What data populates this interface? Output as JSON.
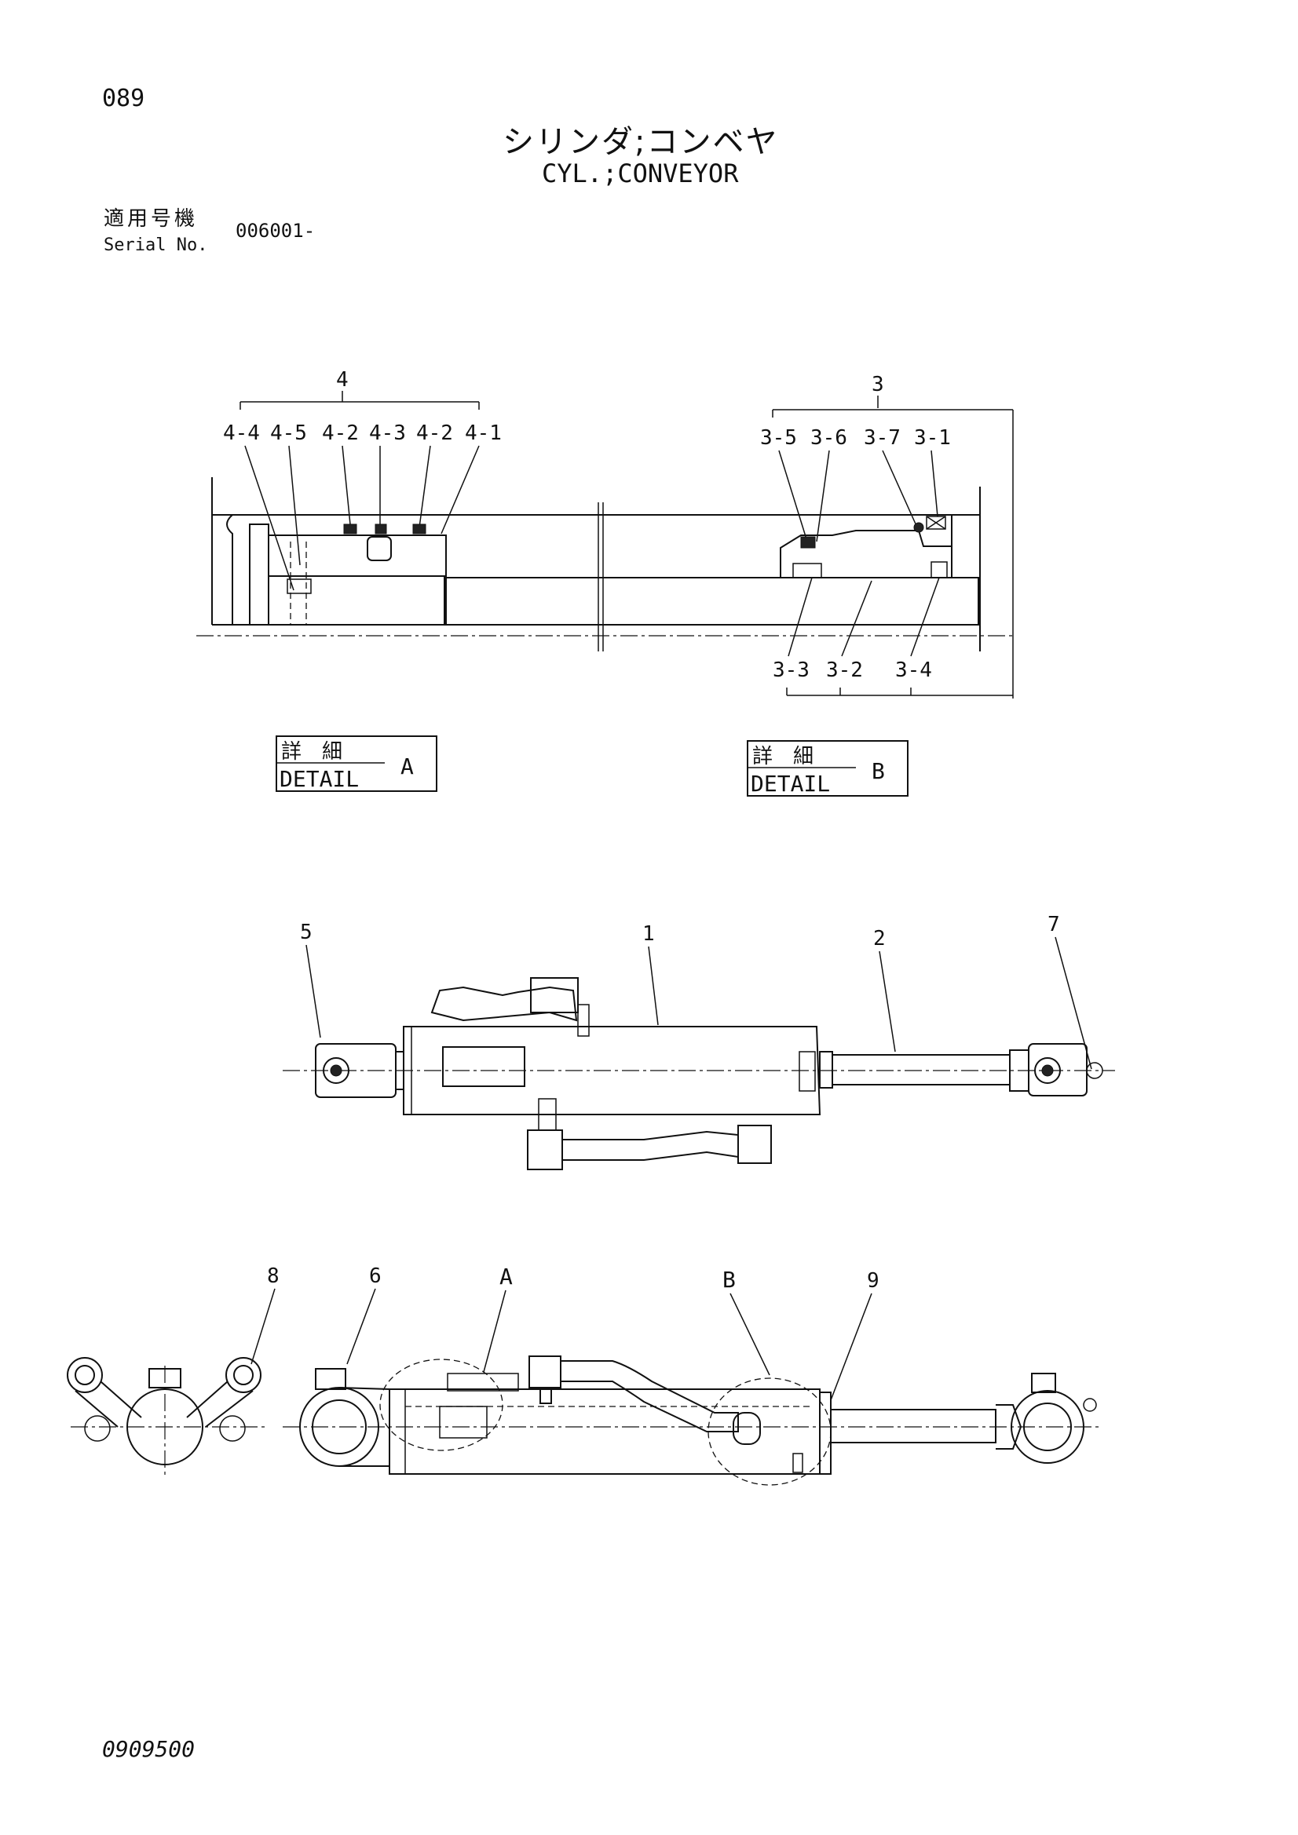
{
  "page": {
    "page_number": "089",
    "title_jp": "シリンダ;コンベヤ",
    "title_en": "CYL.;CONVEYOR",
    "serial_label_jp": "適用号機",
    "serial_label_en": "Serial No.",
    "serial_value": "006001-",
    "doc_code": "0909500"
  },
  "detail_a": {
    "group_label": "4",
    "parts": [
      "4-4",
      "4-5",
      "4-2",
      "4-3",
      "4-2",
      "4-1"
    ],
    "box": {
      "jp": "詳　細",
      "en": "DETAIL",
      "letter": "A"
    }
  },
  "detail_b": {
    "group_label": "3",
    "parts_top": [
      "3-5",
      "3-6",
      "3-7",
      "3-1"
    ],
    "parts_bottom": [
      "3-3",
      "3-2",
      "3-4"
    ],
    "box": {
      "jp": "詳　細",
      "en": "DETAIL",
      "letter": "B"
    }
  },
  "top_view": {
    "callouts": [
      "5",
      "1",
      "2",
      "7"
    ]
  },
  "side_view": {
    "callouts": [
      "8",
      "6",
      "A",
      "B",
      "9"
    ]
  }
}
